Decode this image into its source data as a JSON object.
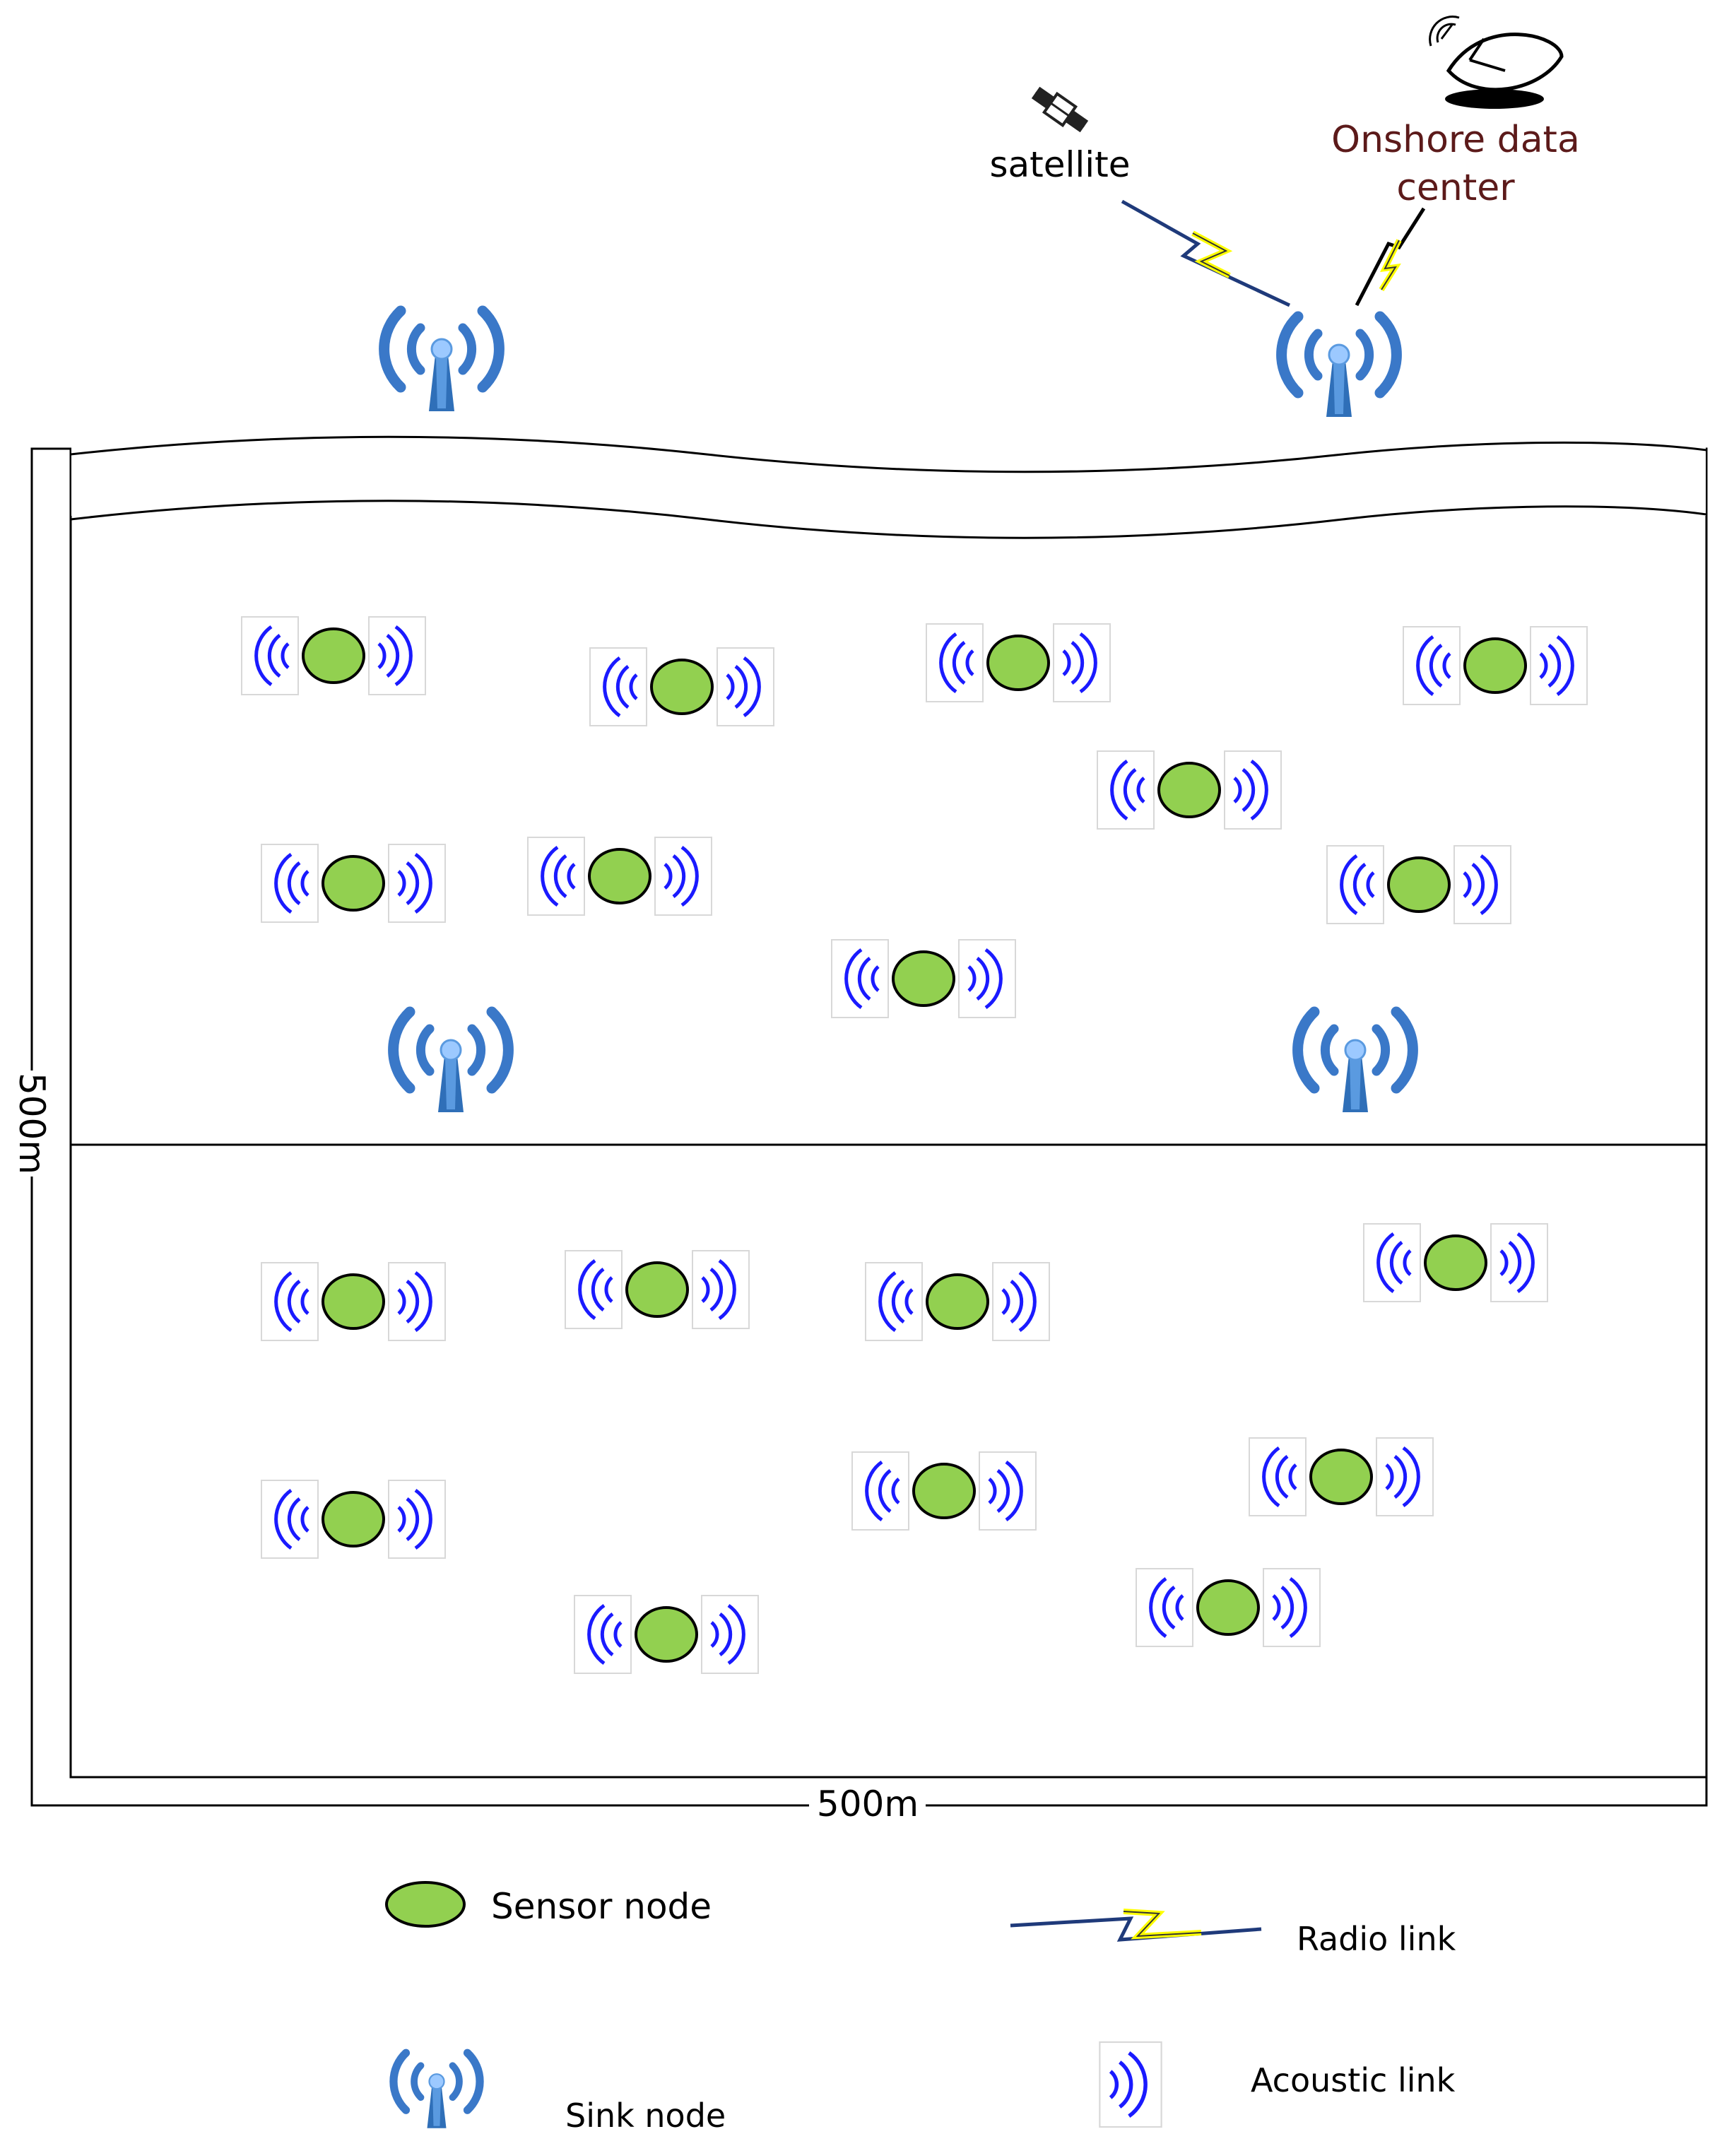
{
  "labels": {
    "satellite": "satellite",
    "onshore_line1": "Onshore data",
    "onshore_line2": "center",
    "width_dim": "500m",
    "depth_dim": "500m"
  },
  "legend": {
    "sensor_node": "Sensor node",
    "sink_node": "Sink node",
    "radio_link": "Radio link",
    "acoustic_link": "Acoustic link"
  },
  "colors": {
    "sensor_fill": "#92d050",
    "acoustic_wave": "#1a1aff",
    "sink_blue": "#3a78c8",
    "radio_yellow": "#ffff00",
    "radio_line": "#1f3a7a",
    "onshore_text": "#5c1a1a"
  },
  "icons": {
    "sink": "antenna-icon",
    "sensor": "sensor-node-icon",
    "satellite": "satellite-icon",
    "dish": "satellite-dish-icon",
    "radio": "lightning-icon",
    "acoustic": "acoustic-wave-icon"
  }
}
